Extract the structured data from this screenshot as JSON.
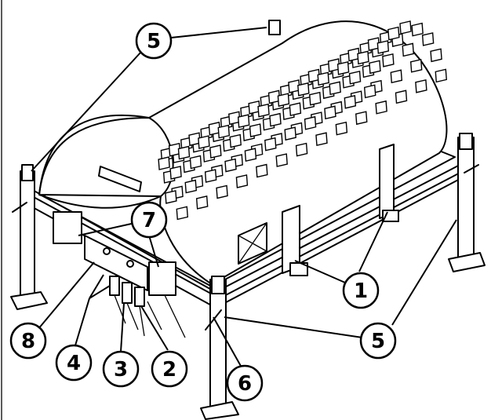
{
  "callouts": [
    {
      "id": "c5a",
      "label": "5"
    },
    {
      "id": "c7",
      "label": "7"
    },
    {
      "id": "c1",
      "label": "1"
    },
    {
      "id": "c5b",
      "label": "5"
    },
    {
      "id": "c8",
      "label": "8"
    },
    {
      "id": "c4",
      "label": "4"
    },
    {
      "id": "c3",
      "label": "3"
    },
    {
      "id": "c2",
      "label": "2"
    },
    {
      "id": "c6",
      "label": "6"
    }
  ]
}
